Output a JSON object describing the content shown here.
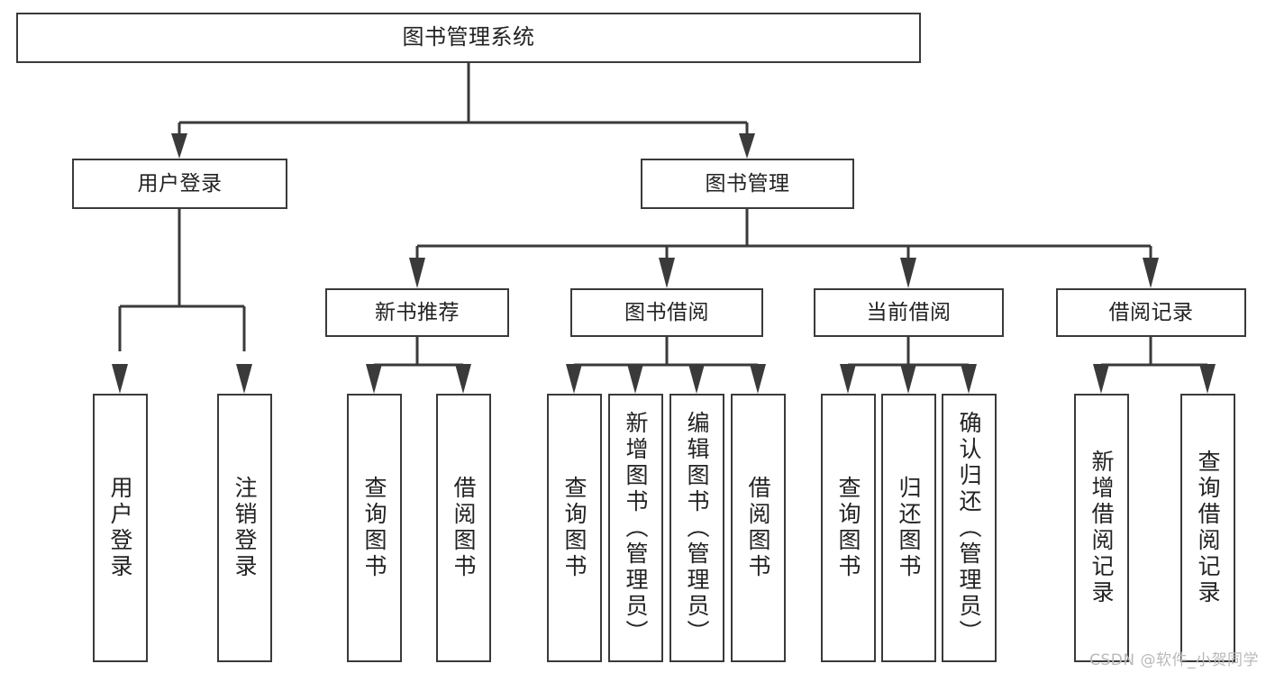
{
  "diagram": {
    "type": "tree-hierarchy",
    "title": "图书管理系统",
    "orientation": "top-down",
    "colors": {
      "stroke": "#3a3a3a",
      "box_fill": "#ffffff",
      "text": "#222222",
      "watermark": "#b9b9b9",
      "background": "#ffffff"
    }
  },
  "root": {
    "label": "图书管理系统"
  },
  "level1": [
    {
      "label": "用户登录"
    },
    {
      "label": "图书管理"
    }
  ],
  "level2": [
    {
      "label": "新书推荐"
    },
    {
      "label": "图书借阅"
    },
    {
      "label": "当前借阅"
    },
    {
      "label": "借阅记录"
    }
  ],
  "leaves": {
    "user_login": [
      {
        "label": "用户登录"
      },
      {
        "label": "注销登录"
      }
    ],
    "new_book_recommend": [
      {
        "label": "查询图书"
      },
      {
        "label": "借阅图书"
      }
    ],
    "book_borrow": [
      {
        "label": "查询图书"
      },
      {
        "label": "新增图书（管理员）"
      },
      {
        "label": "编辑图书（管理员）"
      },
      {
        "label": "借阅图书"
      }
    ],
    "current_borrow": [
      {
        "label": "查询图书"
      },
      {
        "label": "归还图书"
      },
      {
        "label": "确认归还（管理员）"
      }
    ],
    "borrow_record": [
      {
        "label": "新增借阅记录"
      },
      {
        "label": "查询借阅记录"
      }
    ]
  },
  "watermark": {
    "text": "CSDN @软件_小贺同学"
  }
}
